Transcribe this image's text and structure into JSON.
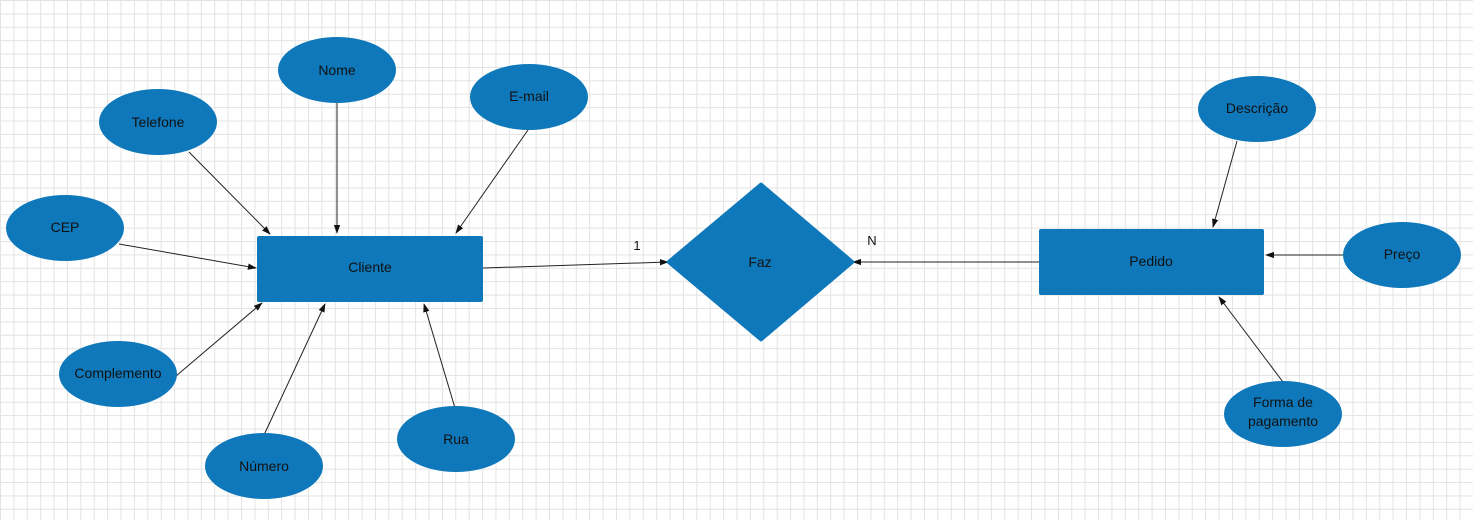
{
  "diagram": {
    "colors": {
      "shape_fill": "#0e78ba",
      "edge": "#222222",
      "grid": "#e3e3e3"
    },
    "entities": {
      "cliente": "Cliente",
      "pedido": "Pedido"
    },
    "relationship": {
      "faz": "Faz"
    },
    "attributes": {
      "nome": "Nome",
      "telefone": "Telefone",
      "email": "E-mail",
      "cep": "CEP",
      "complemento": "Complemento",
      "numero": "Número",
      "rua": "Rua",
      "descricao": "Descrição",
      "preco": "Preço",
      "forma_pagamento_line1": "Forma de",
      "forma_pagamento_line2": "pagamento"
    },
    "cardinality": {
      "cliente_side": "1",
      "pedido_side": "N"
    }
  }
}
